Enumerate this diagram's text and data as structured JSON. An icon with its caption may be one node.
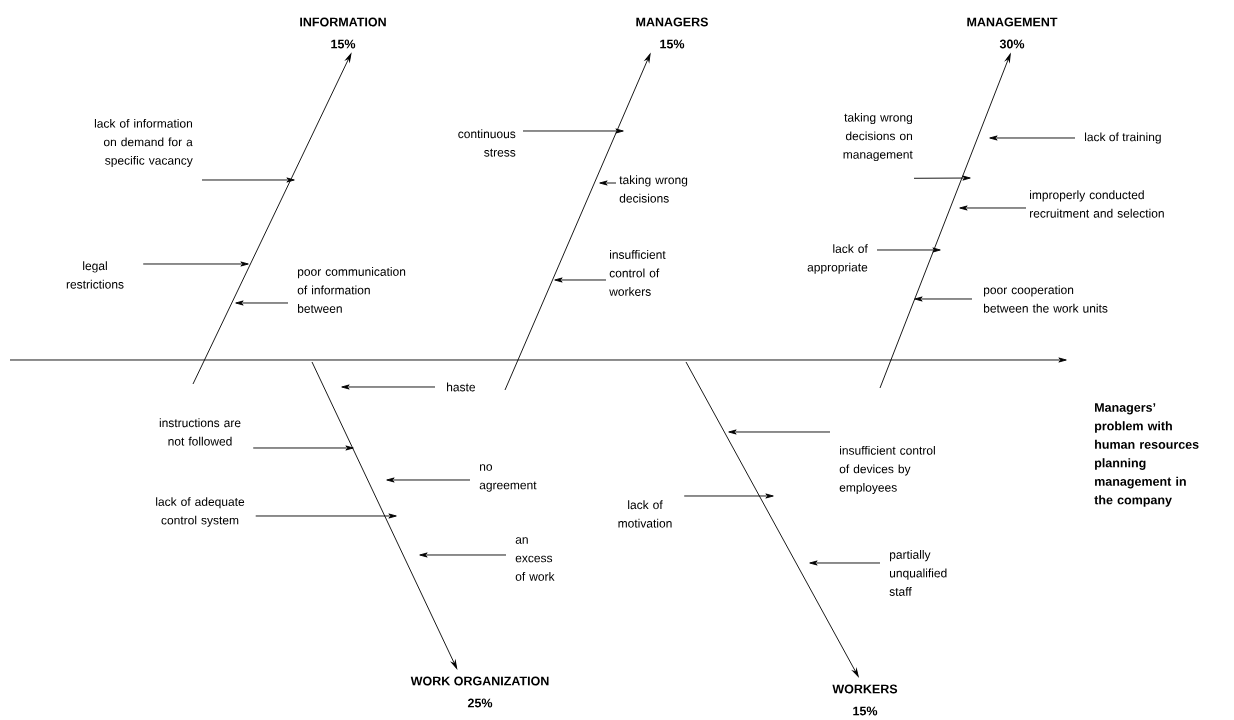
{
  "diagram": {
    "nodes": [
      {
        "text": [
          "INFORMATION",
          "15%"
        ]
      },
      {
        "text": [
          "MANAGERS",
          "15%"
        ]
      },
      {
        "text": [
          "MANAGEMENT",
          "30%"
        ]
      },
      {
        "text": [
          "lack of information on demand for a specific vacancy"
        ]
      },
      {
        "text": [
          "legal restrictions"
        ]
      },
      {
        "text": [
          "poor communication of information between"
        ]
      },
      {
        "text": [
          "continuous stress"
        ]
      },
      {
        "text": [
          "taking wrong decisions"
        ]
      },
      {
        "text": [
          "insufficient control of workers"
        ]
      },
      {
        "text": [
          "taking wrong decisions on management"
        ]
      },
      {
        "text": [
          "lack of training"
        ]
      },
      {
        "text": [
          "improperly conducted recruitment and selection"
        ]
      },
      {
        "text": [
          "lack of appropriate"
        ]
      },
      {
        "text": [
          "poor cooperation between the work units"
        ]
      },
      {
        "text": [
          "Managers’ problem with human resources planning management in the company"
        ]
      },
      {
        "text": [
          "WORK ORGANIZATION",
          "25%"
        ]
      },
      {
        "text": [
          "haste"
        ]
      },
      {
        "text": [
          "instructions are not followed"
        ]
      },
      {
        "text": [
          "no agreement"
        ]
      },
      {
        "text": [
          "lack of adequate control system"
        ]
      },
      {
        "text": [
          "an excess of work"
        ]
      },
      {
        "text": [
          "WORKERS",
          "15%"
        ]
      },
      {
        "text": [
          "insufficient control of devices by employees"
        ]
      },
      {
        "text": [
          "lack of motivation"
        ]
      },
      {
        "text": [
          "partially unqualified staff"
        ]
      }
    ],
    "edges": [
      {
        "from": null,
        "to": 14,
        "arrow": "to"
      },
      {
        "from": null,
        "to": 0,
        "arrow": "to"
      },
      {
        "from": null,
        "to": 1,
        "arrow": "to"
      },
      {
        "from": null,
        "to": 2,
        "arrow": "to"
      },
      {
        "from": null,
        "to": 15,
        "arrow": "to"
      },
      {
        "from": null,
        "to": 21,
        "arrow": "to"
      },
      {
        "from": 3,
        "to": null,
        "arrow": "to"
      },
      {
        "from": 4,
        "to": null,
        "arrow": "to"
      },
      {
        "from": 5,
        "to": null,
        "arrow": "to"
      },
      {
        "from": 6,
        "to": null,
        "arrow": "to"
      },
      {
        "from": 7,
        "to": null,
        "arrow": "to"
      },
      {
        "from": 8,
        "to": null,
        "arrow": "to"
      },
      {
        "from": 9,
        "to": null,
        "arrow": "to"
      },
      {
        "from": 10,
        "to": null,
        "arrow": "to"
      },
      {
        "from": 11,
        "to": null,
        "arrow": "to"
      },
      {
        "from": 12,
        "to": null,
        "arrow": "to"
      },
      {
        "from": 13,
        "to": null,
        "arrow": "to"
      },
      {
        "from": 16,
        "to": null,
        "arrow": "to"
      },
      {
        "from": 17,
        "to": null,
        "arrow": "to"
      },
      {
        "from": 18,
        "to": null,
        "arrow": "to"
      },
      {
        "from": 19,
        "to": null,
        "arrow": "to"
      },
      {
        "from": 20,
        "to": null,
        "arrow": "to"
      },
      {
        "from": 22,
        "to": null,
        "arrow": "to"
      },
      {
        "from": 23,
        "to": null,
        "arrow": "to"
      },
      {
        "from": 24,
        "to": null,
        "arrow": "to"
      }
    ]
  }
}
